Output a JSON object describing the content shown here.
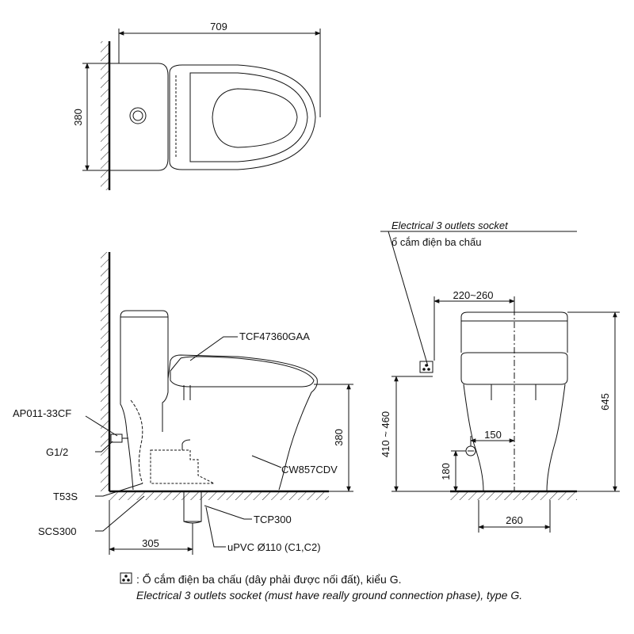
{
  "top_view": {
    "width_dim": "709",
    "depth_dim": "380"
  },
  "side_view": {
    "seat_model": "TCF47360GAA",
    "valve_model": "AP011-33CF",
    "thread_size": "G1/2",
    "flange_part": "T53S",
    "seal_part": "SCS300",
    "bowl_model": "CW857CDV",
    "connector_part": "TCP300",
    "pipe_spec": "uPVC Ø110 (C1,C2)",
    "rough_in_dim": "305",
    "seat_height_dim": "380"
  },
  "front_view": {
    "outlet_label_en": "Electrical 3 outlets socket",
    "outlet_label_vi": "ổ cắm điện ba chấu",
    "socket_height_dim": "410 ~ 460",
    "seat_width_dim": "220~260",
    "total_height_dim": "645",
    "supply_offset_dim": "150",
    "supply_height_dim": "180",
    "base_width_dim": "260"
  },
  "legend": {
    "line_vi": ": Ổ cắm điện ba chấu (dây phải được nối đất), kiểu G.",
    "line_en": "Electrical 3 outlets socket (must have really ground connection phase), type G."
  }
}
